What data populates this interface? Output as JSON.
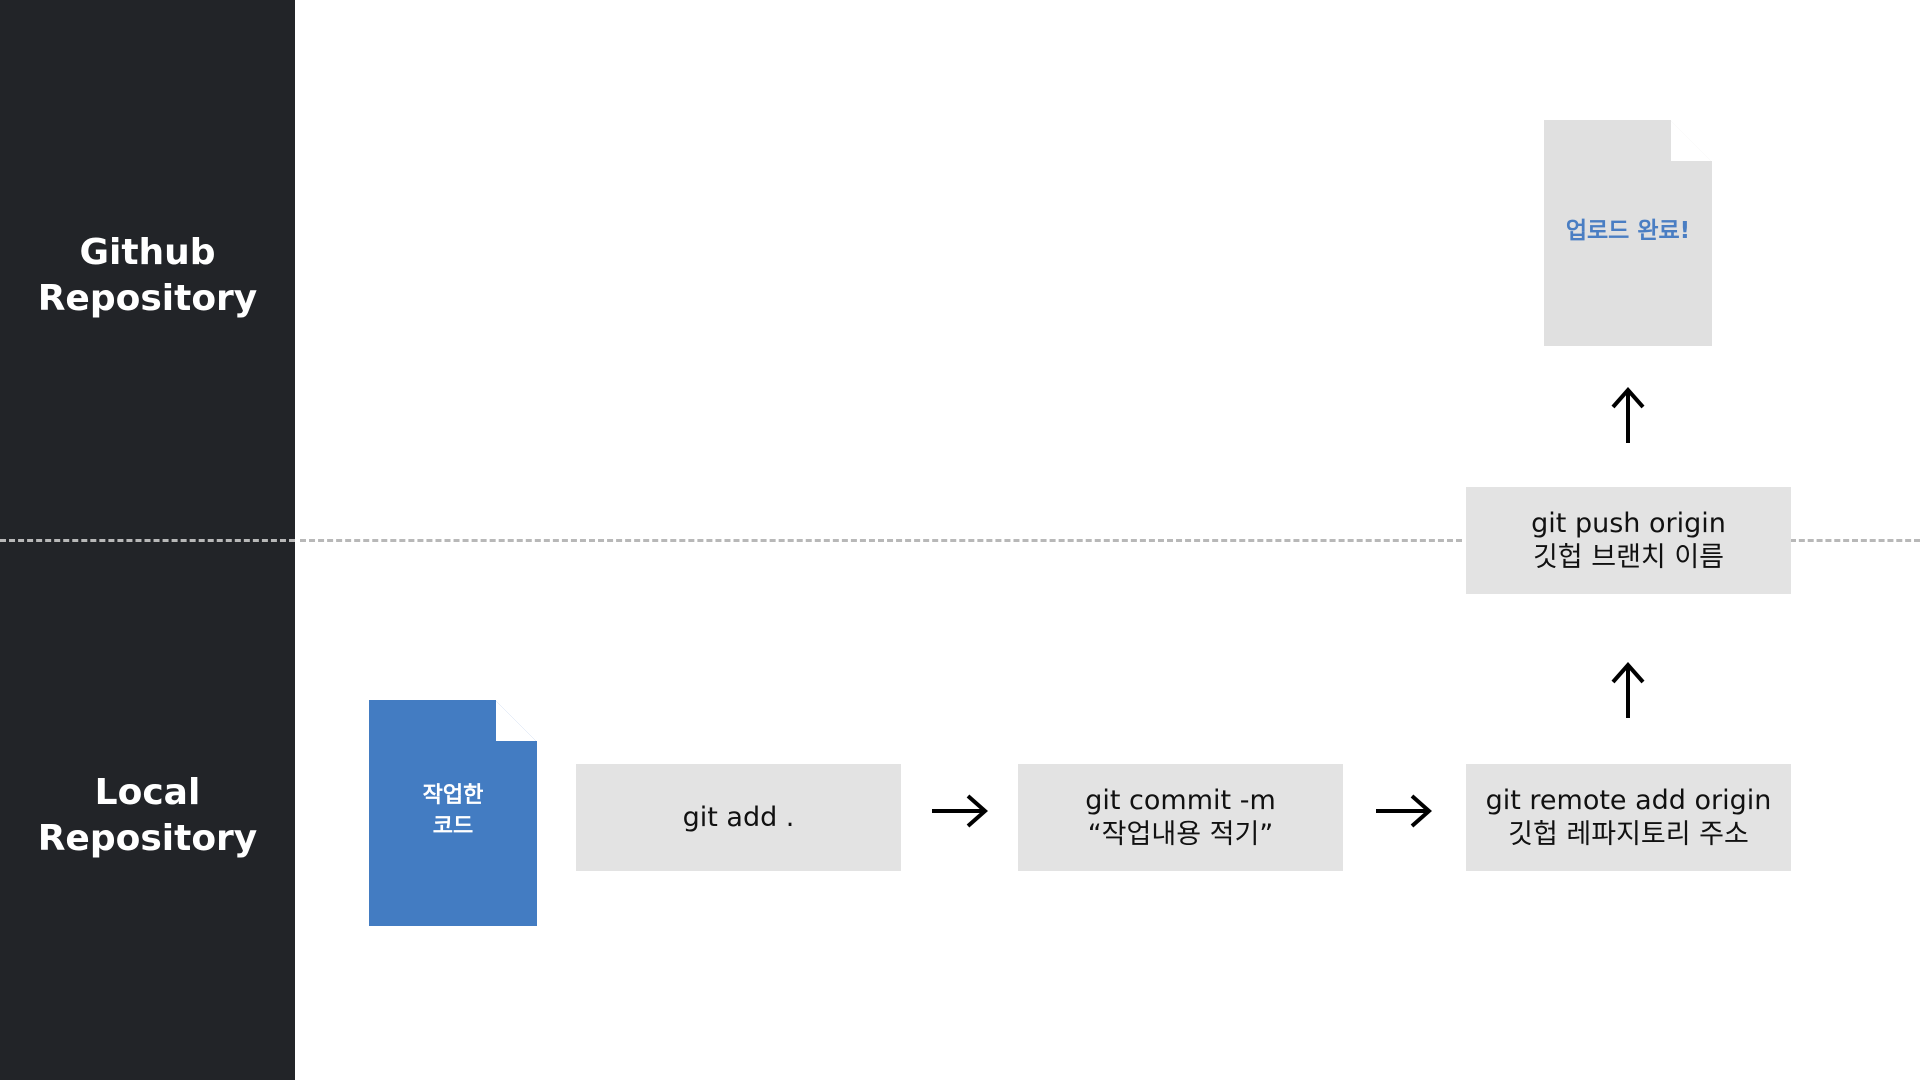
{
  "sidebar": {
    "remote_label_line1": "Github",
    "remote_label_line2": "Repository",
    "local_label_line1": "Local",
    "local_label_line2": "Repository"
  },
  "local_file": {
    "line1": "작업한",
    "line2": "코드"
  },
  "remote_file": {
    "label": "업로드 완료!"
  },
  "steps": {
    "add": {
      "line1": "git add ."
    },
    "commit": {
      "line1": "git commit -m",
      "line2": "“작업내용 적기”"
    },
    "remote": {
      "line1": "git remote add origin",
      "line2": "깃헙 레파지토리 주소"
    },
    "push": {
      "line1": "git push origin",
      "line2": "깃헙 브랜치 이름"
    }
  },
  "colors": {
    "sidebar": "#222428",
    "local_file": "#437cc2",
    "remote_file": "#e0e0e0",
    "step_box": "#e3e3e3",
    "accent_text": "#4a7ec3",
    "divider": "#b8b8b8"
  }
}
